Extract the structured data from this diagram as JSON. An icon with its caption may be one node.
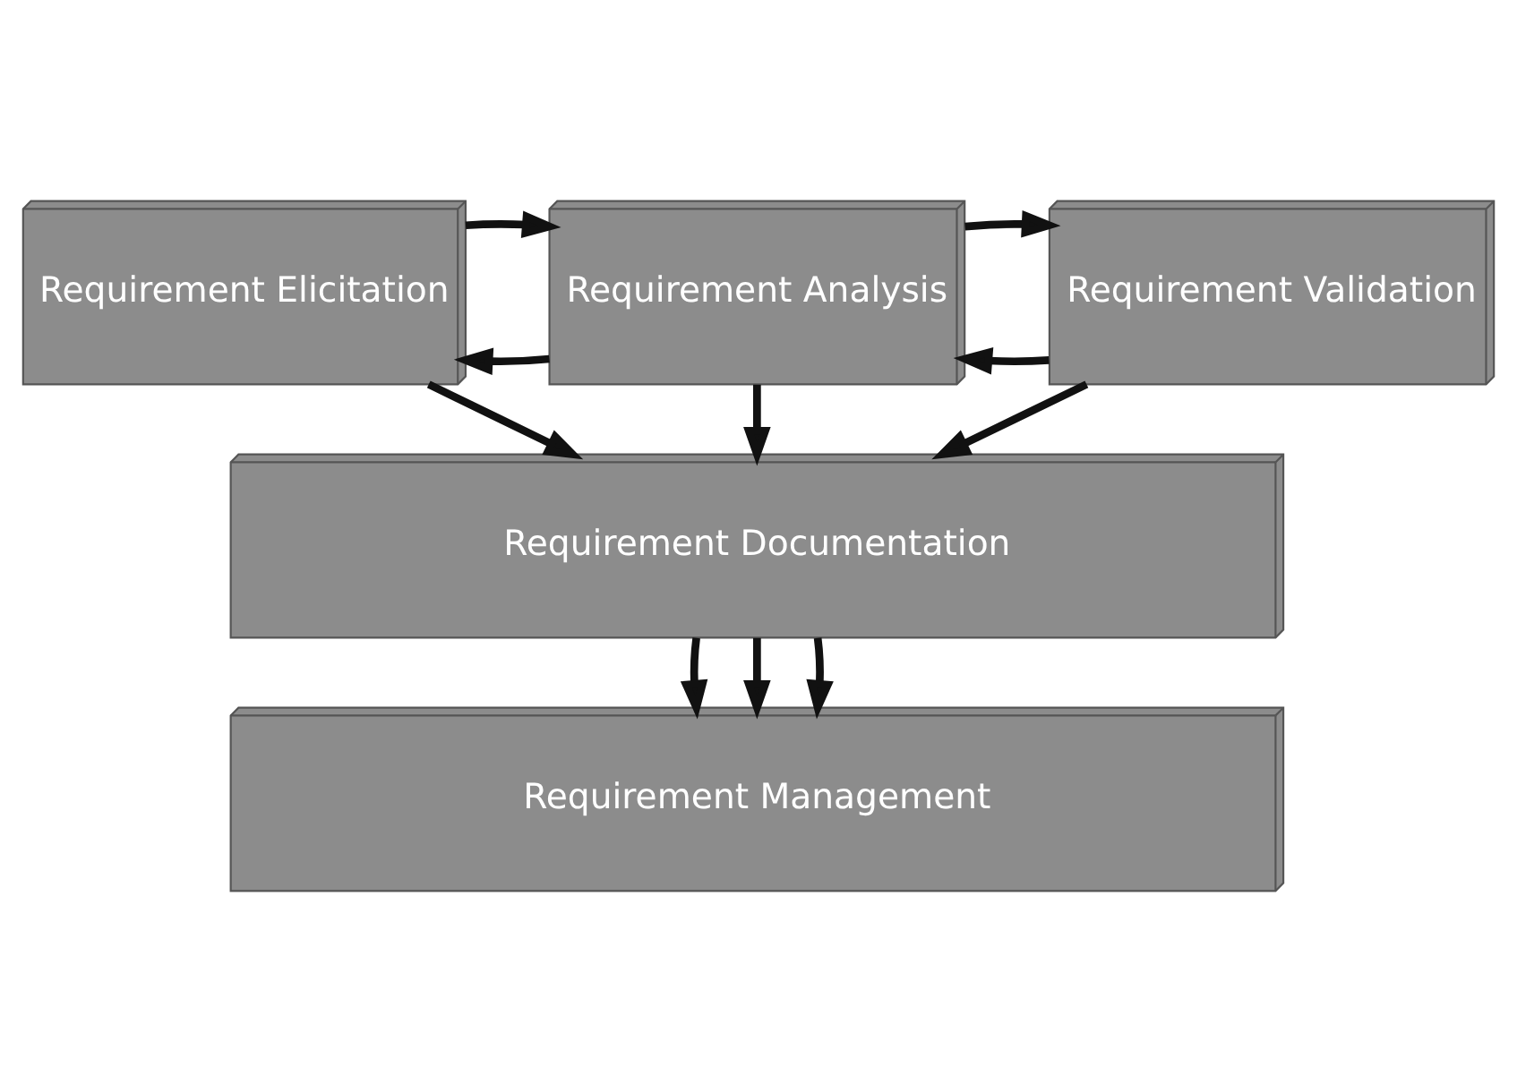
{
  "diagram": {
    "nodes": [
      {
        "text": [
          "Requirement Elicitation"
        ]
      },
      {
        "text": [
          "Requirement Analysis"
        ]
      },
      {
        "text": [
          "Requirement Validation"
        ]
      },
      {
        "text": [
          "Requirement Documentation"
        ]
      },
      {
        "text": [
          "Requirement Management"
        ]
      }
    ],
    "edges": [
      {
        "from": 1,
        "to": 0,
        "arrow": "to"
      },
      {
        "from": 0,
        "to": 1,
        "arrow": "to"
      },
      {
        "from": 2,
        "to": 1,
        "arrow": "to"
      },
      {
        "from": 1,
        "to": 2,
        "arrow": "to"
      },
      {
        "from": 0,
        "to": 3,
        "arrow": "to"
      },
      {
        "from": 1,
        "to": 3,
        "arrow": "to"
      },
      {
        "from": 2,
        "to": 3,
        "arrow": "to"
      },
      {
        "from": 3,
        "to": 4,
        "arrow": "to"
      },
      {
        "from": 3,
        "to": 4,
        "arrow": "to"
      },
      {
        "from": 3,
        "to": 4,
        "arrow": "to"
      }
    ]
  }
}
